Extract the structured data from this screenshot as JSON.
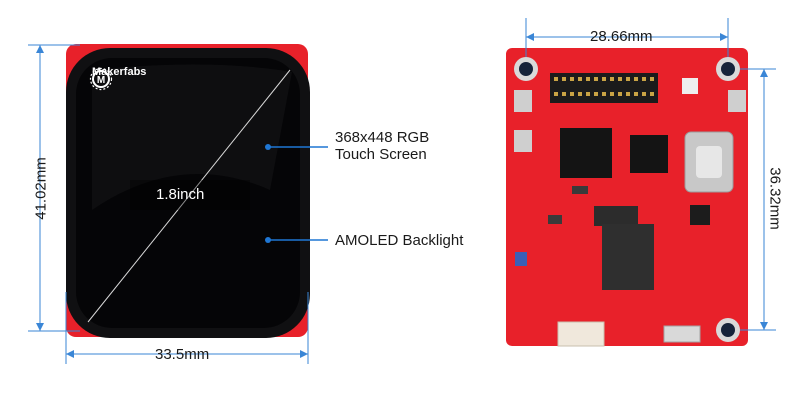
{
  "display": {
    "brand": "Makerfabs",
    "diagonal": "1.8inch",
    "width_label": "33.5mm",
    "height_label": "41.02mm",
    "callouts": {
      "touch_line1": "368x448 RGB",
      "touch_line2": "Touch Screen",
      "backlight": "AMOLED Backlight"
    }
  },
  "board": {
    "width_label": "28.66mm",
    "height_label": "36.32mm"
  },
  "colors": {
    "pcb_red": "#e8212a",
    "screen_black": "#0b0b0d",
    "dimension_blue": "#3a86d6",
    "callout_blue": "#1f77d4"
  }
}
